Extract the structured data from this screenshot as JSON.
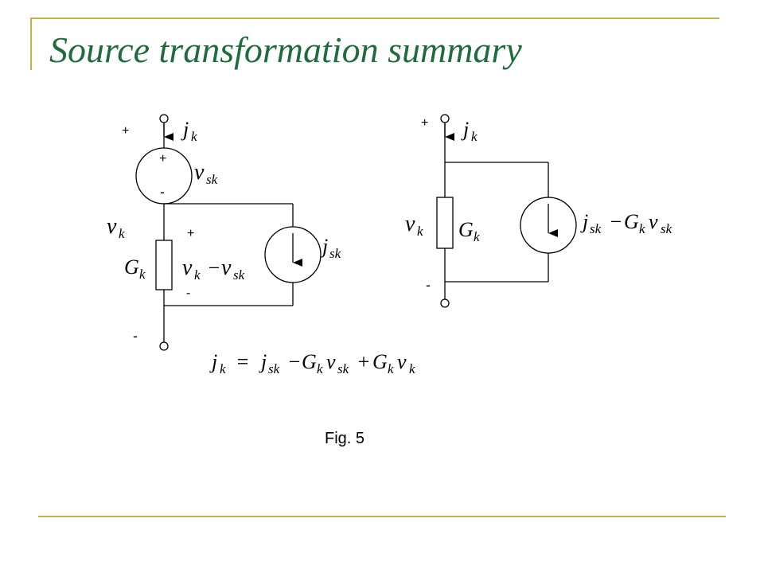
{
  "slide": {
    "title": "Source transformation summary",
    "caption": "Fig. 5"
  },
  "colors": {
    "title": "#1e6b3c",
    "rule": "#c8b042"
  },
  "left_circuit": {
    "current": {
      "base": "j",
      "sub": "k"
    },
    "terminal_plus": "+",
    "terminal_minus": "-",
    "source_plus": "+",
    "source_minus": "-",
    "voltage_source": {
      "base": "v",
      "sub": "sk"
    },
    "branch_voltage": {
      "base": "v",
      "sub": "k"
    },
    "conductance": {
      "base": "G",
      "sub": "k"
    },
    "resistor_plus": "+",
    "resistor_minus": "-",
    "resistor_voltage": {
      "a": "v",
      "a_sub": "k",
      "op": "−",
      "b": "v",
      "b_sub": "sk"
    },
    "current_source": {
      "base": "j",
      "sub": "sk"
    }
  },
  "right_circuit": {
    "current": {
      "base": "j",
      "sub": "k"
    },
    "terminal_plus": "+",
    "terminal_minus": "-",
    "branch_voltage": {
      "base": "v",
      "sub": "k"
    },
    "conductance": {
      "base": "G",
      "sub": "k"
    },
    "source_expr": {
      "a": "j",
      "a_sub": "sk",
      "op": "−",
      "b": "G",
      "b_sub": "k",
      "c": "v",
      "c_sub": "sk"
    }
  },
  "equation": {
    "lhs": "j",
    "lhs_sub": "k",
    "eq": "=",
    "t1": "j",
    "t1_sub": "sk",
    "op1": "−",
    "t2": "G",
    "t2_sub": "k",
    "t2b": "v",
    "t2b_sub": "sk",
    "op2": "+",
    "t3": "G",
    "t3_sub": "k",
    "t3b": "v",
    "t3b_sub": "k"
  }
}
